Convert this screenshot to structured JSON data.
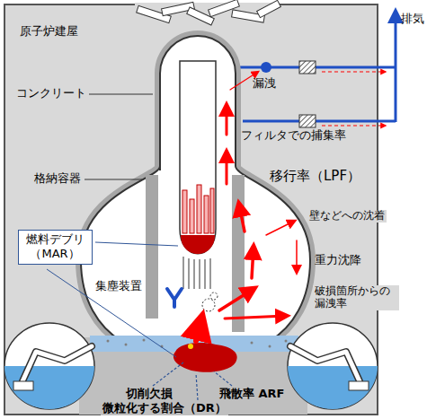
{
  "diagram": {
    "nodes": [
      {
        "text": [
          "燃料デブリ （MAR）"
        ]
      }
    ],
    "labels": [
      "排気",
      "原子炉建屋",
      "コンクリート",
      "漏洩",
      "フィルタでの捕集率",
      "格納容器",
      "移行率（LPF）",
      "壁などへの沈着",
      "集塵装置",
      "重力沈降",
      "破損箇所からの 漏洩率",
      "切削欠損",
      "飛散率 ARF",
      "微粒化する割合（DR）"
    ]
  }
}
